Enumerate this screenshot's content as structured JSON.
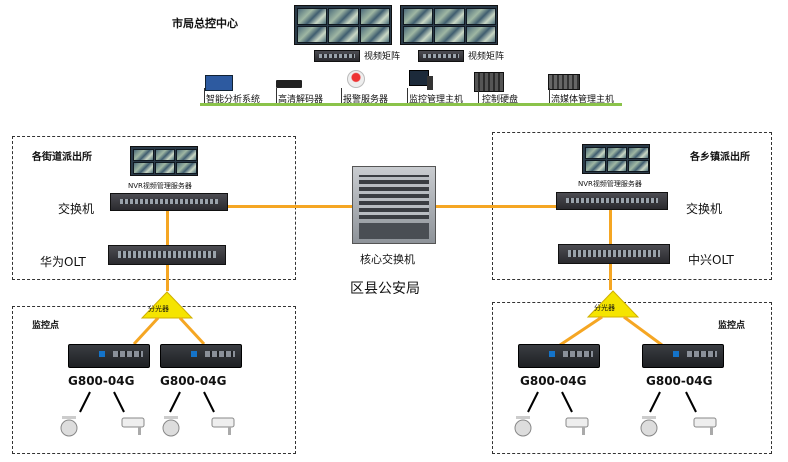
{
  "hq": {
    "title": "市局总控中心",
    "matrix_label_1": "视频矩阵",
    "matrix_label_2": "视频矩阵",
    "devices": [
      "智能分析系统",
      "高清解码器",
      "报警服务器",
      "监控管理主机",
      "控制硬盘",
      "流媒体管理主机"
    ]
  },
  "left_station": {
    "title": "各街道派出所",
    "server_label": "NVR视频管理服务器",
    "switch_label": "交换机",
    "olt_label": "华为OLT"
  },
  "right_station": {
    "title": "各乡镇派出所",
    "server_label": "NVR视频管理服务器",
    "switch_label": "交换机",
    "olt_label": "中兴OLT"
  },
  "center": {
    "core_label": "核心交换机",
    "bureau_label": "区县公安局"
  },
  "left_monitor": {
    "title": "监控点",
    "splitter_label": "分光器",
    "onu_labels": [
      "G800-04G",
      "G800-04G"
    ]
  },
  "right_monitor": {
    "title": "监控点",
    "splitter_label": "分光器",
    "onu_labels": [
      "G800-04G",
      "G800-04G"
    ]
  },
  "colors": {
    "link": "#f5a623",
    "bus": "#8bc34a",
    "splitter": "#f5e400"
  }
}
